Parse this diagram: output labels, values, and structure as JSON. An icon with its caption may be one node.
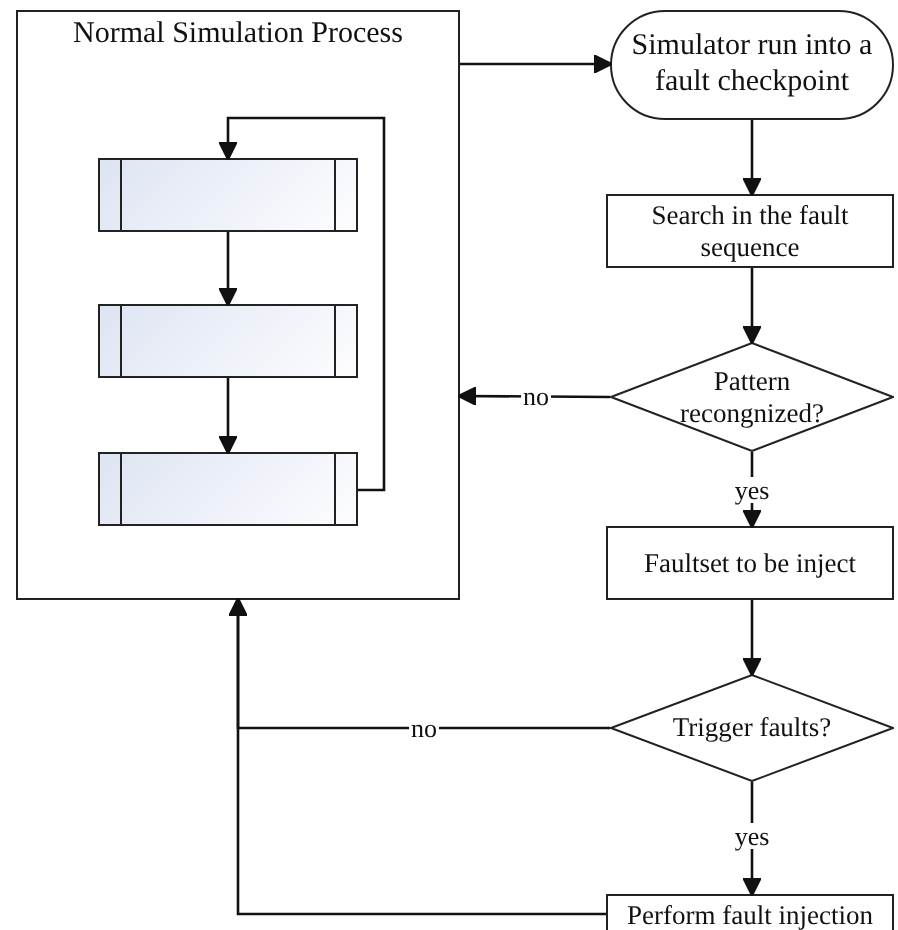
{
  "diagram": {
    "nodes": [
      {
        "text": [
          "Normal Simulation Process"
        ]
      },
      {
        "text": [],
        "shape": "box",
        "in": 0
      },
      {
        "text": [],
        "shape": "box",
        "in": 0
      },
      {
        "text": [],
        "shape": "box",
        "in": 0
      },
      {
        "text": [
          "Simulator run into a fault checkpoint"
        ]
      },
      {
        "text": [
          "Search in the fault sequence"
        ]
      },
      {
        "text": [
          "Pattern recongnized?"
        ]
      },
      {
        "text": [
          "Faultset to be inject"
        ]
      },
      {
        "text": [
          "Trigger faults?"
        ]
      },
      {
        "text": [
          "Perform fault injection"
        ]
      }
    ],
    "edges": [
      {
        "from": 0,
        "to": 4,
        "arrow": "to"
      },
      {
        "from": 4,
        "to": 5,
        "arrow": "to"
      },
      {
        "from": 5,
        "to": 6,
        "arrow": "to"
      },
      {
        "from": 6,
        "to": 7,
        "arrow": "to",
        "label": "yes"
      },
      {
        "from": 6,
        "to": 0,
        "arrow": "to",
        "label": "no"
      },
      {
        "from": 7,
        "to": 8,
        "arrow": "to"
      },
      {
        "from": 8,
        "to": 0,
        "arrow": "to",
        "label": "no"
      },
      {
        "from": 9,
        "to": 0,
        "arrow": "to"
      },
      {
        "from": 8,
        "to": 9,
        "arrow": "to",
        "label": "yes"
      },
      {
        "from": 1,
        "to": 2,
        "arrow": "to"
      },
      {
        "from": 2,
        "to": 3,
        "arrow": "to"
      },
      {
        "from": 3,
        "to": 1,
        "arrow": "to"
      }
    ]
  }
}
